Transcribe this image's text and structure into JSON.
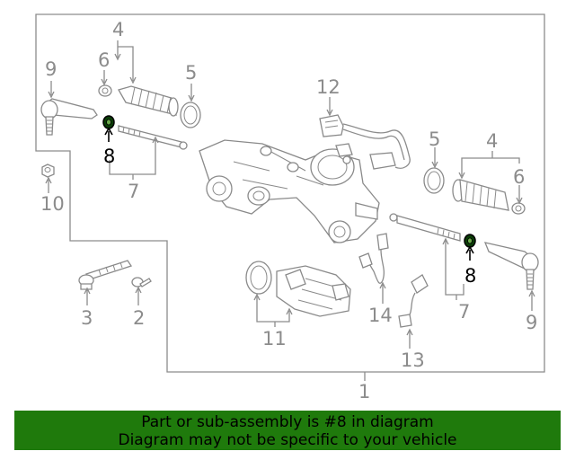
{
  "callouts": {
    "c1": "1",
    "c2": "2",
    "c3": "3",
    "c4_left": "4",
    "c4_right": "4",
    "c5_left": "5",
    "c5_right": "5",
    "c6_left": "6",
    "c6_right": "6",
    "c7_left": "7",
    "c7_right": "7",
    "c8_left": "8",
    "c8_right": "8",
    "c9_left": "9",
    "c9_right": "9",
    "c10": "10",
    "c11": "11",
    "c12": "12",
    "c13": "13",
    "c14": "14"
  },
  "highlight_part": "8",
  "footer": {
    "line1": "Part or sub-assembly is #8 in diagram",
    "line2": "Diagram may not be specific to your vehicle"
  },
  "colors": {
    "banner": "#1f7a0c",
    "highlight": "#000000",
    "linework": "#8c8c8c"
  }
}
